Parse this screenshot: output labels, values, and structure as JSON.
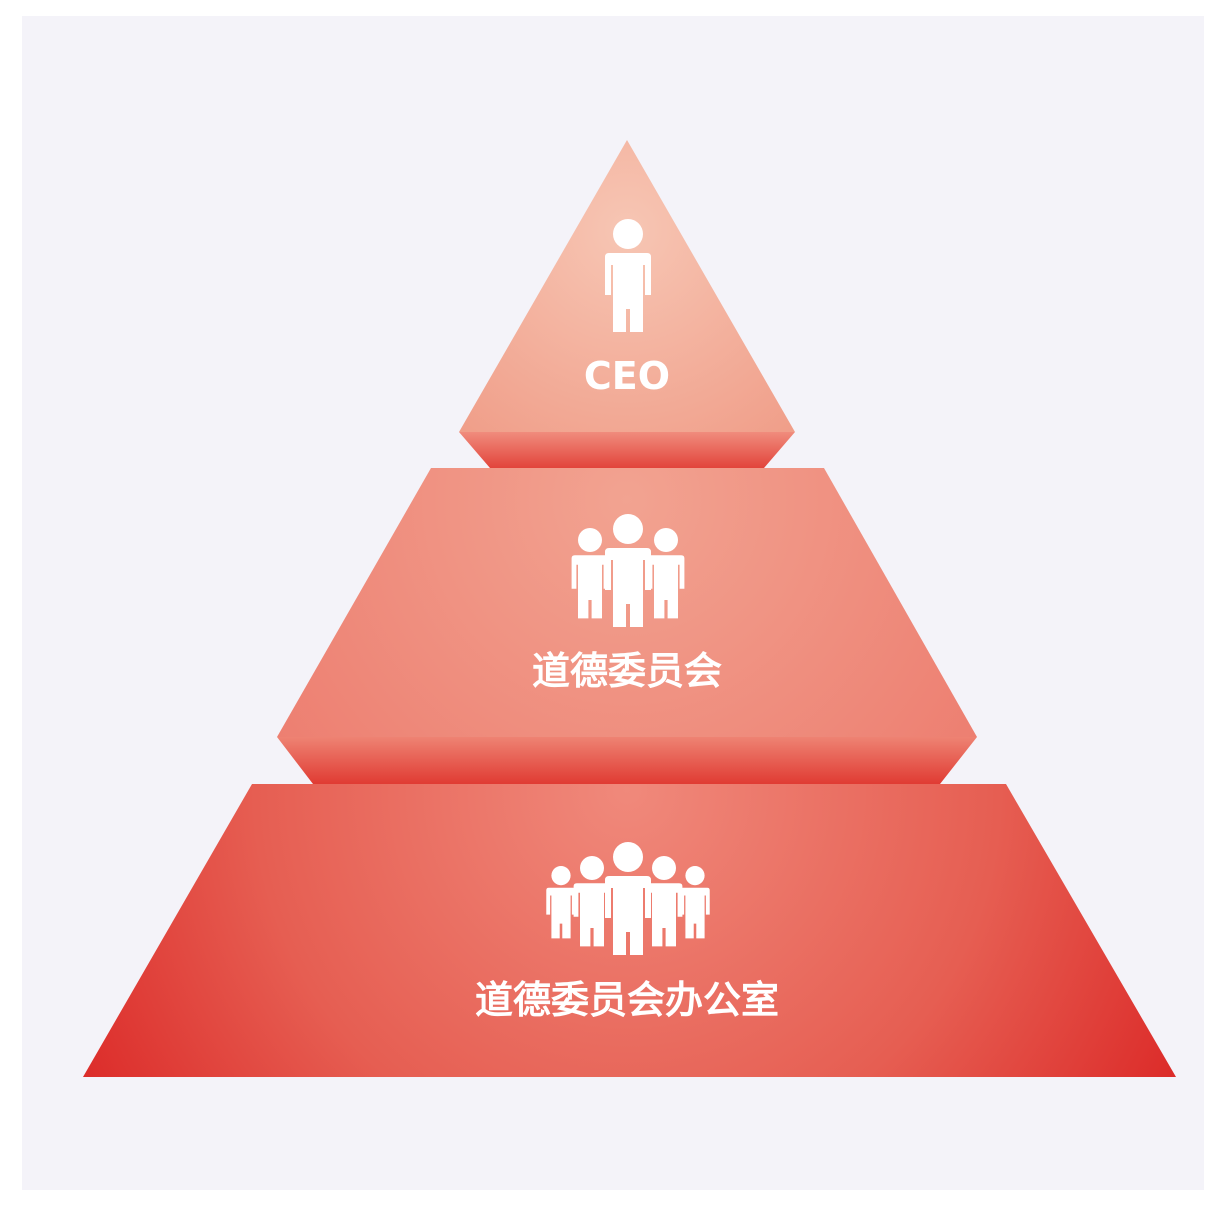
{
  "diagram": {
    "type": "pyramid",
    "tiers": [
      {
        "id": "top",
        "label": "CEO",
        "icon": "person-icon",
        "people": 1
      },
      {
        "id": "middle",
        "label": "道德委员会",
        "icon": "group-of-three-icon",
        "people": 3
      },
      {
        "id": "bottom",
        "label": "道德委员会办公室",
        "icon": "group-of-five-icon",
        "people": 5
      }
    ],
    "colors": {
      "background": "#f4f3f9",
      "tier_light": "#f7c3b1",
      "tier_mid": "#f08a7c",
      "tier_dark": "#dd2f2c",
      "text": "#ffffff"
    }
  }
}
